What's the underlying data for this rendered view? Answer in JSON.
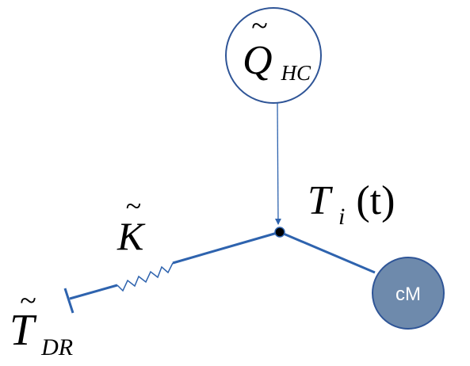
{
  "diagram": {
    "heat_source": {
      "base": "Q",
      "accent": "~",
      "subscript": "HC"
    },
    "node_temperature": {
      "base": "T",
      "subscript": "i",
      "argument": "(t)"
    },
    "conductance": {
      "base": "K",
      "accent": "~"
    },
    "boundary_temperature": {
      "base": "T",
      "accent": "~",
      "subscript": "DR"
    },
    "capacitance": {
      "label": "cM"
    }
  },
  "colors": {
    "line": "#2E63AE",
    "circle_outline": "#2F5597",
    "capacitance_fill": "#6E8AAC",
    "node_fill": "#000000",
    "text": "#000000",
    "capacitance_text": "#ffffff"
  }
}
